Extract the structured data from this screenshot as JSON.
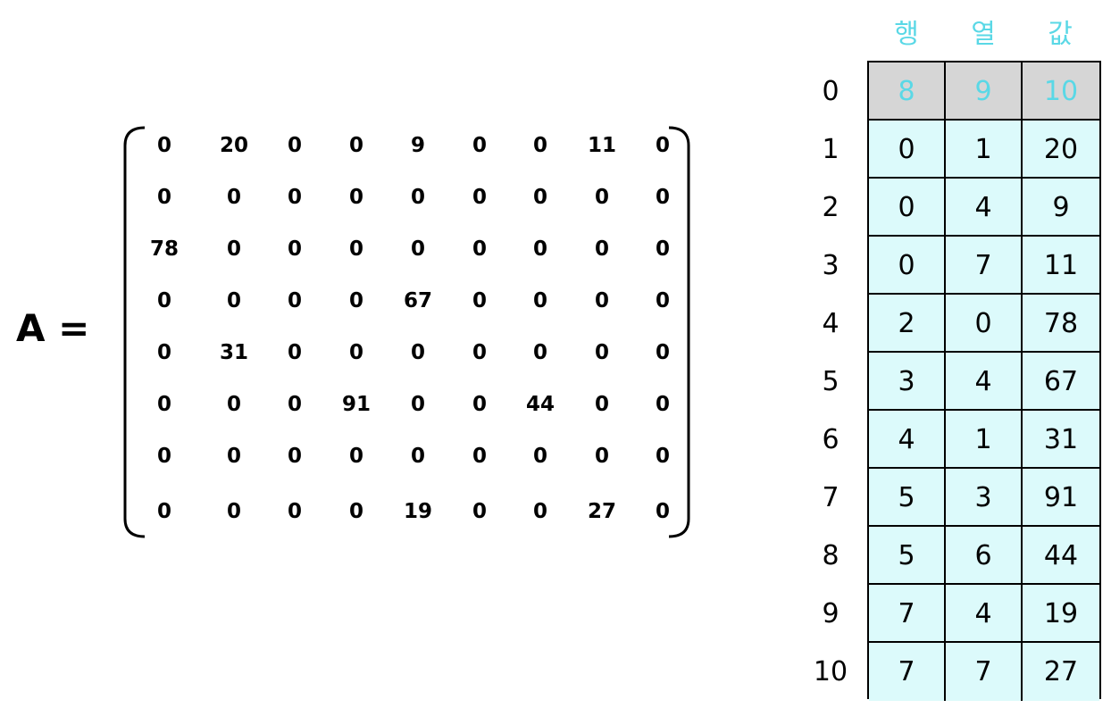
{
  "matrix": {
    "label": "A =",
    "rows": [
      [
        "0",
        "20",
        "0",
        "0",
        "9",
        "0",
        "0",
        "11",
        "0"
      ],
      [
        "0",
        "0",
        "0",
        "0",
        "0",
        "0",
        "0",
        "0",
        "0"
      ],
      [
        "78",
        "0",
        "0",
        "0",
        "0",
        "0",
        "0",
        "0",
        "0"
      ],
      [
        "0",
        "0",
        "0",
        "0",
        "67",
        "0",
        "0",
        "0",
        "0"
      ],
      [
        "0",
        "31",
        "0",
        "0",
        "0",
        "0",
        "0",
        "0",
        "0"
      ],
      [
        "0",
        "0",
        "0",
        "91",
        "0",
        "0",
        "44",
        "0",
        "0"
      ],
      [
        "0",
        "0",
        "0",
        "0",
        "0",
        "0",
        "0",
        "0",
        "0"
      ],
      [
        "0",
        "0",
        "0",
        "0",
        "19",
        "0",
        "0",
        "27",
        "0"
      ]
    ]
  },
  "sparse_table": {
    "headers": [
      "행",
      "열",
      "값"
    ],
    "row_indices": [
      "0",
      "1",
      "2",
      "3",
      "4",
      "5",
      "6",
      "7",
      "8",
      "9",
      "10"
    ],
    "rows": [
      [
        "8",
        "9",
        "10"
      ],
      [
        "0",
        "1",
        "20"
      ],
      [
        "0",
        "4",
        "9"
      ],
      [
        "0",
        "7",
        "11"
      ],
      [
        "2",
        "0",
        "78"
      ],
      [
        "3",
        "4",
        "67"
      ],
      [
        "4",
        "1",
        "31"
      ],
      [
        "5",
        "3",
        "91"
      ],
      [
        "5",
        "6",
        "44"
      ],
      [
        "7",
        "4",
        "19"
      ],
      [
        "7",
        "7",
        "27"
      ]
    ],
    "colors": {
      "header_text": "#5ad8e6",
      "header_row_fill": "#d6d6d6",
      "body_fill": "#dcfafb"
    }
  }
}
